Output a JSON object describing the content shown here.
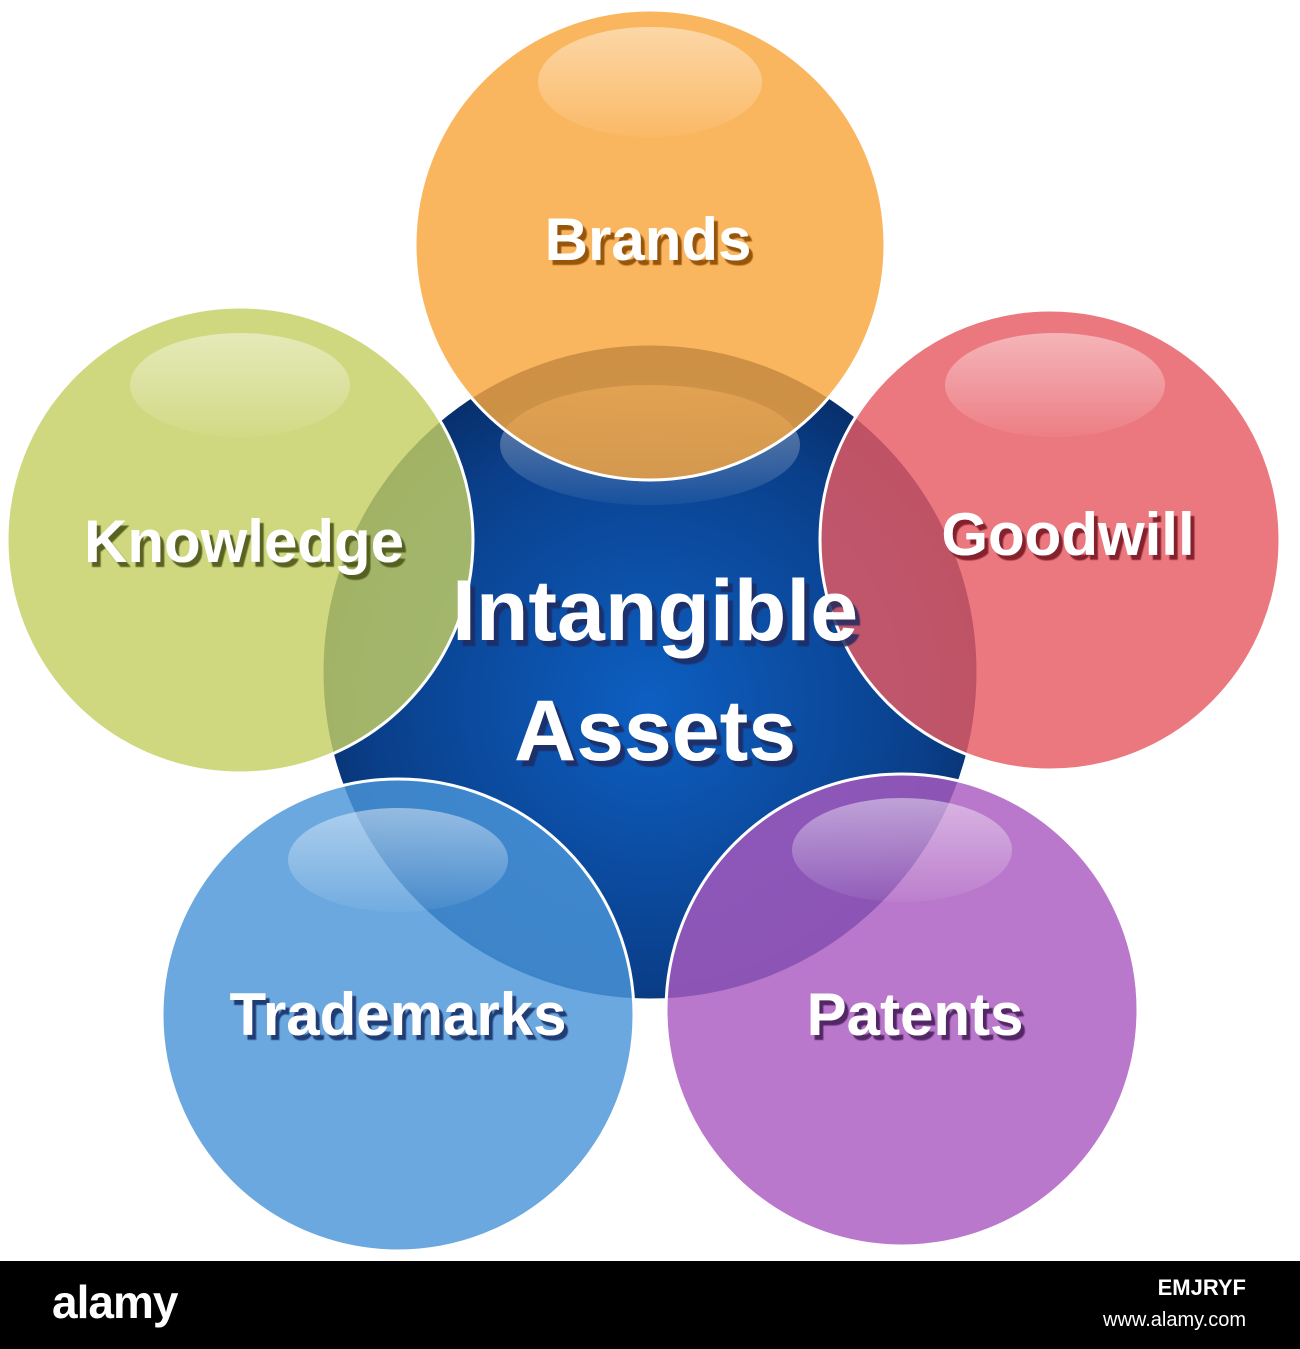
{
  "diagram": {
    "center": {
      "line1": "Intangible",
      "line2": "Assets",
      "color": "#0a3b7e"
    },
    "items": [
      {
        "label": "Brands",
        "color": "#f9a63c",
        "shadow": "#8a4b00"
      },
      {
        "label": "Goodwill",
        "color": "#e85a63",
        "shadow": "#7a1620"
      },
      {
        "label": "Patents",
        "color": "#a95ac0",
        "shadow": "#4a1c5c"
      },
      {
        "label": "Trademarks",
        "color": "#4b95d8",
        "shadow": "#12306a"
      },
      {
        "label": "Knowledge",
        "color": "#c4cf63",
        "shadow": "#4e5514"
      }
    ]
  },
  "watermark": {
    "brand": "alamy",
    "image_id": "EMJRYF",
    "url": "www.alamy.com"
  }
}
